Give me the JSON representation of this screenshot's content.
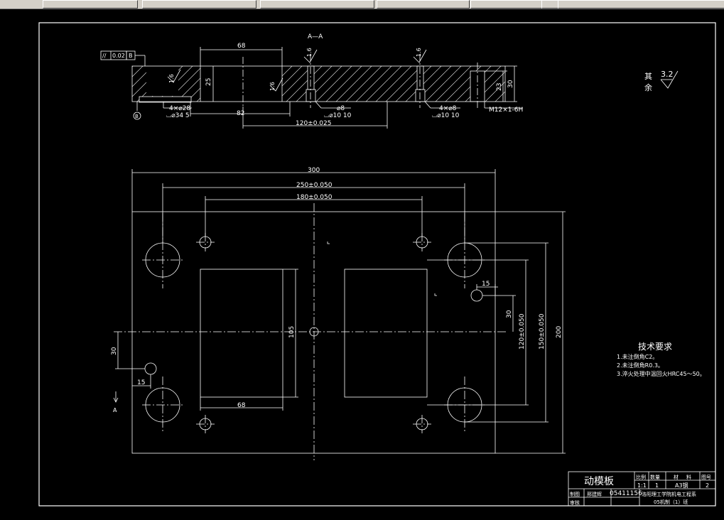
{
  "taskbar": {
    "buttons": [
      "",
      "",
      "",
      "",
      "",
      "",
      ""
    ]
  },
  "section": {
    "label": "A—A",
    "tolerance_sym": "//",
    "tolerance_val": "0.02",
    "datum": "B",
    "dims": {
      "d68": "68",
      "d82": "82",
      "d120": "120±0.025",
      "d25": "25",
      "d23": "23",
      "d30": "30",
      "r16a": "1.6",
      "r16b": "1.6",
      "r16c": "1.6",
      "r16d": "1.6",
      "hole4x28": "4×⌀28",
      "cb34": "⌴⌀34  5",
      "hole8": "⌀8",
      "cb10a": "⌴⌀10  10",
      "hole4x8": "4×⌀8",
      "cb10b": "⌴⌀10  10",
      "thread": "M12×1-6H"
    }
  },
  "plan": {
    "dims": {
      "d300": "300",
      "d250": "250±0.050",
      "d180": "180±0.050",
      "d15a": "15",
      "d30a": "30",
      "d105": "105",
      "d120v": "120±0.050",
      "d150v": "150±0.050",
      "d200": "200",
      "d30b": "30",
      "d15b": "15",
      "d68": "68",
      "arrow_label": "A"
    }
  },
  "roughness": {
    "prefix_1": "其",
    "prefix_2": "余",
    "value": "3.2"
  },
  "tech": {
    "title": "技术要求",
    "items": [
      "1.未注倒角C2。",
      "2.未注倒角R0.3。",
      "3.淬火处理中温回火HRC45～50。"
    ]
  },
  "titleblock": {
    "name": "动模板",
    "h_scale": "比例",
    "h_qty": "数量",
    "h_mat_a": "材",
    "h_mat_b": "料",
    "h_no": "图号",
    "scale": "1:1",
    "qty": "1",
    "material": "A3钢",
    "no": "2",
    "drawn_label": "制图",
    "drawn_name": "邢建辉",
    "drawn_id": "05411156",
    "school": "洛阳理工学院机电工程系",
    "class": "05机制（1）班",
    "review_label": "审核"
  }
}
